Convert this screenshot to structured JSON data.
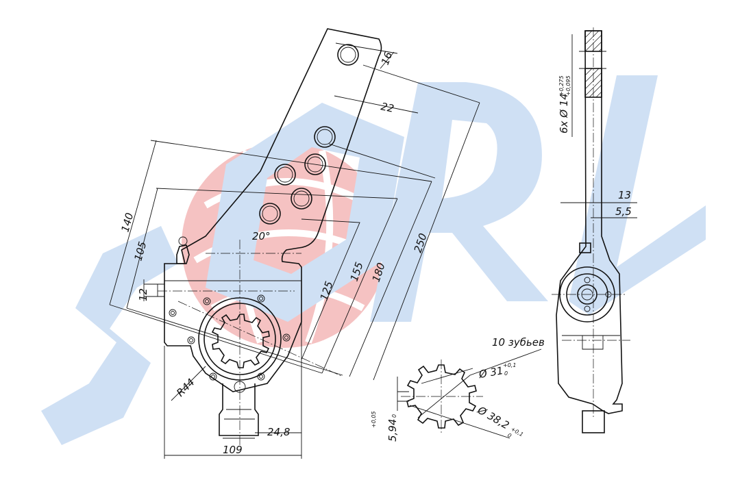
{
  "watermark": {
    "text": "SORL",
    "color": "#cfe0f4",
    "logo_color": "#f4b8b8"
  },
  "dimensions": {
    "d16": "16",
    "d22": "22",
    "d140": "140",
    "d105": "105",
    "d12": "12",
    "d20deg": "20°",
    "d125": "125",
    "d155": "155",
    "d180": "180",
    "d250": "250",
    "r44": "R44",
    "d24_8": "24,8",
    "d109": "109",
    "teeth": "10 зубьев",
    "d31": "Ø 31",
    "d31_tol": "+0,1",
    "d31_tol_low": "0",
    "d38": "Ø 38,2",
    "d38_tol": "+0,1",
    "d38_tol_low": "0",
    "d5_94": "5,94",
    "d5_94_tol": "+0,05",
    "d5_94_low": "0",
    "holes": "6x Ø 14",
    "holes_tol": "+0,275",
    "holes_tol_low": "+0,095",
    "d13": "13",
    "d5_5": "5,5"
  }
}
